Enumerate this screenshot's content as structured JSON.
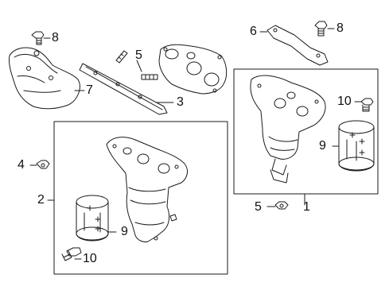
{
  "diagram": {
    "callouts": [
      {
        "id": "c1",
        "label": "1"
      },
      {
        "id": "c2",
        "label": "2"
      },
      {
        "id": "c3",
        "label": "3"
      },
      {
        "id": "c4",
        "label": "4"
      },
      {
        "id": "c5a",
        "label": "5"
      },
      {
        "id": "c5b",
        "label": "5"
      },
      {
        "id": "c6",
        "label": "6"
      },
      {
        "id": "c7",
        "label": "7"
      },
      {
        "id": "c8a",
        "label": "8"
      },
      {
        "id": "c8b",
        "label": "8"
      },
      {
        "id": "c9a",
        "label": "9"
      },
      {
        "id": "c9b",
        "label": "9"
      },
      {
        "id": "c10a",
        "label": "10"
      },
      {
        "id": "c10b",
        "label": "10"
      }
    ]
  }
}
